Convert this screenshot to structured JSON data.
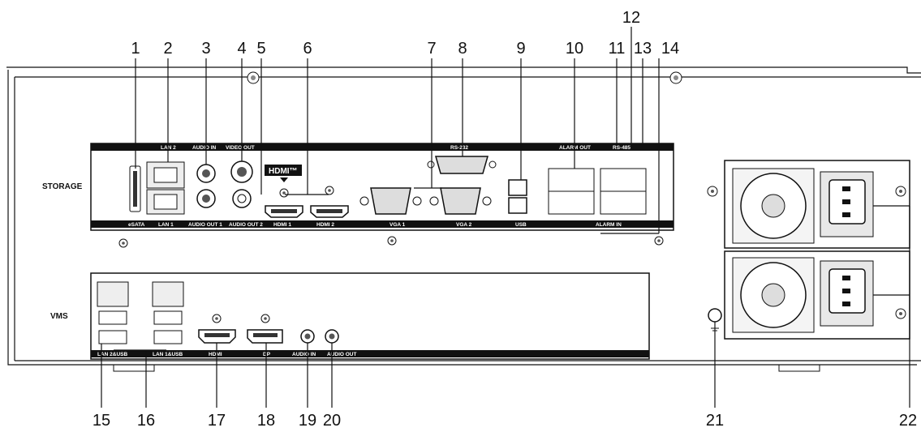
{
  "callouts": [
    "1",
    "2",
    "3",
    "4",
    "5",
    "6",
    "7",
    "8",
    "9",
    "10",
    "11",
    "12",
    "13",
    "14",
    "15",
    "16",
    "17",
    "18",
    "19",
    "20",
    "21",
    "22"
  ],
  "sections": {
    "storage": "STORAGE",
    "vms": "VMS"
  },
  "storage_top_labels": {
    "lan2": "LAN 2",
    "audio_in": "AUDIO IN",
    "video_out": "VIDEO OUT",
    "rs232": "RS-232",
    "alarm_out": "ALARM OUT",
    "rs485": "RS-485"
  },
  "storage_bottom_labels": {
    "esata": "eSATA",
    "lan1": "LAN 1",
    "audio_out1": "AUDIO OUT 1",
    "audio_out2": "AUDIO OUT 2",
    "hdmi1": "HDMI 1",
    "hdmi2": "HDMI 2",
    "vga1": "VGA 1",
    "vga2": "VGA 2",
    "usb": "USB",
    "alarm_in": "ALARM IN"
  },
  "hdmi_logo": "HDMI™",
  "vms_bottom_labels": {
    "lan2usb": "LAN 2&USB",
    "lan1usb": "LAN 1&USB",
    "hdmi": "HDMI",
    "dp": "DP",
    "audio_in": "AUDIO IN",
    "audio_out": "AUDIO OUT"
  }
}
